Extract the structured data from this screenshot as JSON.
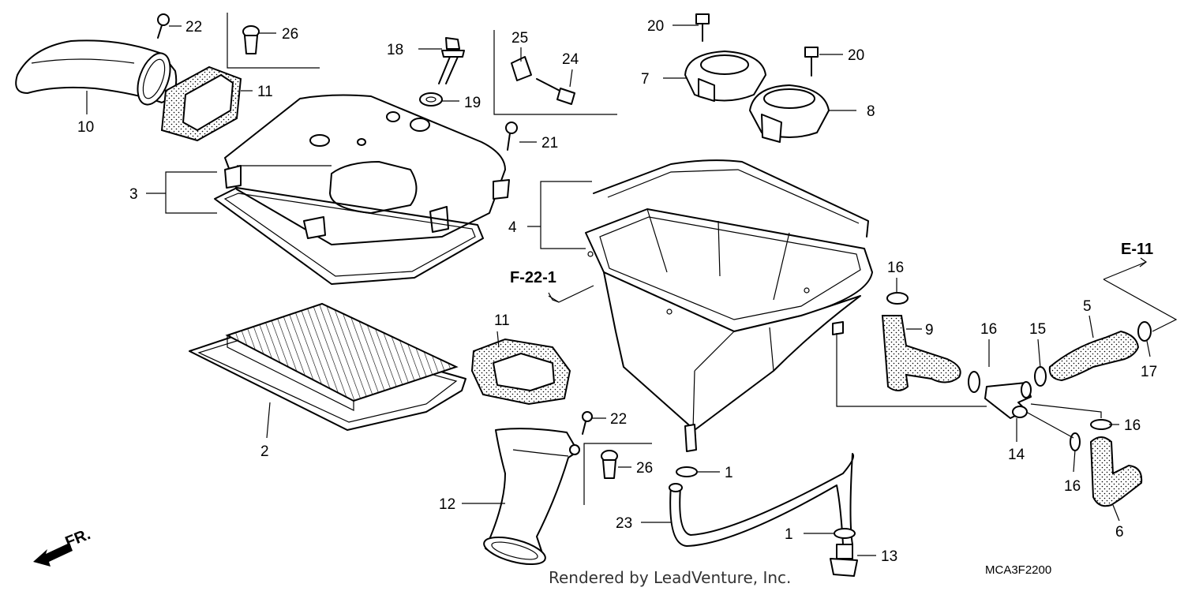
{
  "callouts": [
    "22",
    "26",
    "10",
    "11",
    "3",
    "18",
    "19",
    "21",
    "25",
    "24",
    "20",
    "7",
    "20",
    "8",
    "4",
    "F-22-1",
    "E-11",
    "16",
    "9",
    "16",
    "15",
    "5",
    "17",
    "16",
    "14",
    "16",
    "6",
    "2",
    "11",
    "22",
    "26",
    "1",
    "12",
    "23",
    "1",
    "13"
  ],
  "direction_marker": "FR.",
  "diagram_code": "MCA3F2200",
  "credit": "Rendered by LeadVenture, Inc."
}
